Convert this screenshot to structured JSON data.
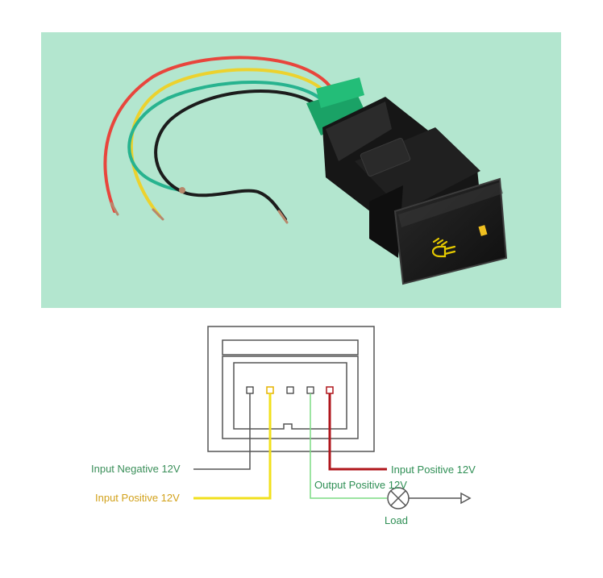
{
  "photo": {
    "background_color": "#b3e6cf",
    "switch_icon": "fog-light-icon",
    "wire_colors": {
      "red": "#e8453c",
      "yellow": "#ecd22e",
      "green": "#27b38f",
      "black": "#1c1c1c"
    }
  },
  "diagram": {
    "labels": {
      "input_negative": "Input Negative 12V",
      "input_positive_left": "Input Positive 12V",
      "input_positive_right": "Input Positive 12V",
      "output_positive": "Output Positive 12V",
      "load": "Load"
    },
    "colors": {
      "negative_label": "#3b8f5a",
      "positive_left_label": "#d2a11a",
      "positive_right_label": "#2f8f55",
      "output_label": "#2f8f55",
      "load_label": "#2f8f55",
      "wire_gray": "#555555",
      "wire_yellow": "#f2e01c",
      "wire_green": "#7bdc84",
      "wire_red": "#b0161c",
      "pin_red": "#b0161c",
      "pin_yellow": "#e6b400"
    },
    "pins": 5
  }
}
